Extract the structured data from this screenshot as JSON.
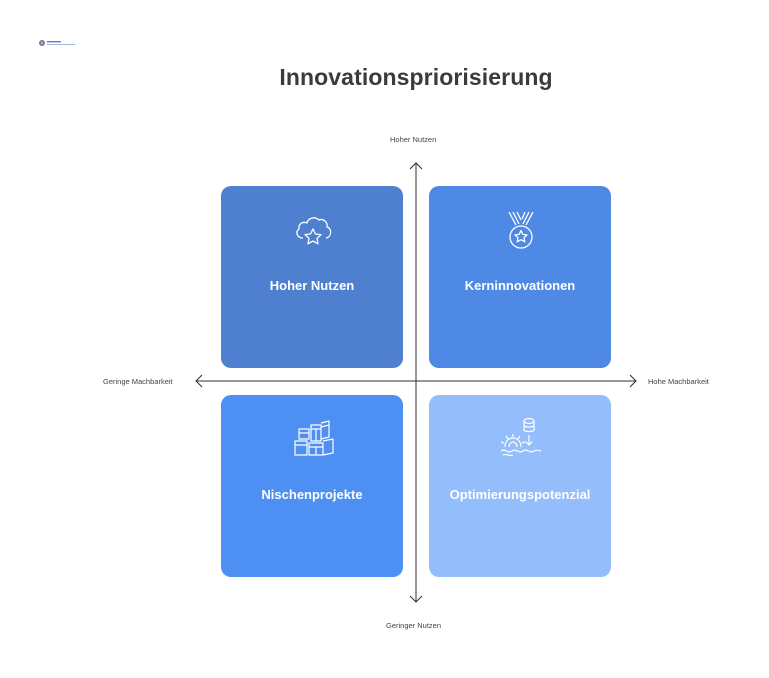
{
  "title": "Innovationspriorisierung",
  "axes": {
    "top": "Hoher Nutzen",
    "bottom": "Geringer Nutzen",
    "left": "Geringe Machbarkeit",
    "right": "Hohe Machbarkeit"
  },
  "quadrants": [
    {
      "label": "Hoher Nutzen",
      "icon": "cloud-star-icon",
      "color": "#4f80cf"
    },
    {
      "label": "Kerninnovationen",
      "icon": "medal-icon",
      "color": "#4e89e6"
    },
    {
      "label": "Nischenprojekte",
      "icon": "blocks-icon",
      "color": "#4d8ff2"
    },
    {
      "label": "Optimierungspotenzial",
      "icon": "gear-database-icon",
      "color": "#93bdfb"
    }
  ]
}
